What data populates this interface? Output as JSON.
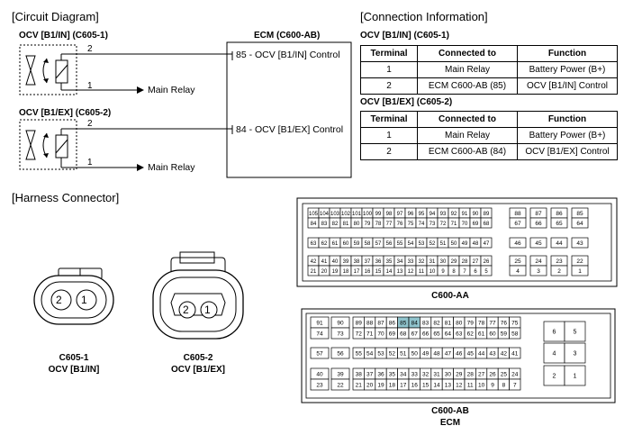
{
  "sections": {
    "circuit": "[Circuit Diagram]",
    "connection": "[Connection Information]",
    "harness": "[Harness Connector]"
  },
  "circuit": {
    "ocv_in_title": "OCV [B1/IN] (C605-1)",
    "ocv_ex_title": "OCV [B1/EX] (C605-2)",
    "ecm_title": "ECM (C600-AB)",
    "ecm_pin_in": "85 - OCV [B1/IN] Control",
    "ecm_pin_ex": "84 - OCV [B1/EX] Control",
    "pin2": "2",
    "pin1": "1",
    "main_relay": "Main Relay"
  },
  "connection": {
    "headers": [
      "Terminal",
      "Connected to",
      "Function"
    ],
    "tables": [
      {
        "title": "OCV [B1/IN] (C605-1)",
        "rows": [
          [
            "1",
            "Main Relay",
            "Battery Power (B+)"
          ],
          [
            "2",
            "ECM C600-AB (85)",
            "OCV [B1/IN] Control"
          ]
        ]
      },
      {
        "title": "OCV [B1/EX] (C605-2)",
        "rows": [
          [
            "1",
            "Main Relay",
            "Battery Power (B+)"
          ],
          [
            "2",
            "ECM C600-AB (84)",
            "OCV [B1/EX] Control"
          ]
        ]
      }
    ]
  },
  "harness": {
    "c605_1": {
      "pins": [
        "2",
        "1"
      ],
      "name": "C605-1",
      "desc": "OCV [B1/IN]"
    },
    "c605_2": {
      "pins": [
        "2",
        "1"
      ],
      "name": "C605-2",
      "desc": "OCV [B1/EX]"
    },
    "aa": {
      "label": "C600-AA",
      "rows": [
        [
          "105",
          "104",
          "103",
          "102",
          "101",
          "100",
          "99",
          "98",
          "97",
          "96",
          "95",
          "94",
          "93",
          "92",
          "91",
          "90",
          "89"
        ],
        [
          "84",
          "83",
          "82",
          "81",
          "80",
          "79",
          "78",
          "77",
          "76",
          "75",
          "74",
          "73",
          "72",
          "71",
          "70",
          "69",
          "68"
        ],
        [
          "63",
          "62",
          "61",
          "60",
          "59",
          "58",
          "57",
          "56",
          "55",
          "54",
          "53",
          "52",
          "51",
          "50",
          "49",
          "48",
          "47"
        ],
        [
          "42",
          "41",
          "40",
          "39",
          "38",
          "37",
          "36",
          "35",
          "34",
          "33",
          "32",
          "31",
          "30",
          "29",
          "28",
          "27",
          "26"
        ],
        [
          "21",
          "20",
          "19",
          "18",
          "17",
          "16",
          "15",
          "14",
          "13",
          "12",
          "11",
          "10",
          "9",
          "8",
          "7",
          "6",
          "5"
        ]
      ],
      "side": [
        [
          "88",
          "87",
          "86",
          "85"
        ],
        [
          "67",
          "66",
          "65",
          "64"
        ],
        [
          "46",
          "45",
          "44",
          "43"
        ],
        [
          "25",
          "24",
          "23",
          "22"
        ],
        [
          "4",
          "3",
          "2",
          "1"
        ]
      ]
    },
    "ab": {
      "label": "C600-AB",
      "sublabel": "ECM",
      "left": [
        [
          "91",
          "74"
        ],
        [
          "90",
          "73"
        ],
        [
          "57"
        ],
        [
          "56"
        ],
        [
          "40",
          "23"
        ],
        [
          "39",
          "22"
        ]
      ],
      "rows": [
        [
          "89",
          "88",
          "87",
          "86",
          "85",
          "84",
          "83",
          "82",
          "81",
          "80",
          "79",
          "78",
          "77",
          "76",
          "75"
        ],
        [
          "72",
          "71",
          "70",
          "69",
          "68",
          "67",
          "66",
          "65",
          "64",
          "63",
          "62",
          "61",
          "60",
          "59",
          "58"
        ],
        [
          "55",
          "54",
          "53",
          "52",
          "51",
          "50",
          "49",
          "48",
          "47",
          "46",
          "45",
          "44",
          "43",
          "42",
          "41"
        ],
        [
          "38",
          "37",
          "36",
          "35",
          "34",
          "33",
          "32",
          "31",
          "30",
          "29",
          "28",
          "27",
          "26",
          "25",
          "24"
        ],
        [
          "21",
          "20",
          "19",
          "18",
          "17",
          "16",
          "15",
          "14",
          "13",
          "12",
          "11",
          "10",
          "9",
          "8",
          "7"
        ]
      ],
      "side": [
        [
          "6",
          "5"
        ],
        [
          "4",
          "3"
        ],
        [
          "2",
          "1"
        ]
      ],
      "highlight": [
        "85",
        "84"
      ],
      "highlight_color": "#8fc3cc"
    }
  }
}
